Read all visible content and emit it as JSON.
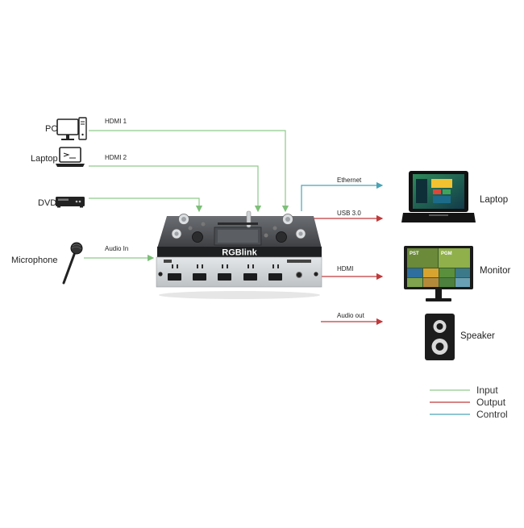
{
  "inputs": {
    "pc": "PC",
    "laptop": "Laptop",
    "dvd": "DVD",
    "microphone": "Microphone",
    "hdmi1": "HDMI 1",
    "hdmi2": "HDMI 2",
    "audio_in": "Audio In"
  },
  "outputs": {
    "ethernet": "Ethernet",
    "usb": "USB 3.0",
    "hdmi": "HDMI",
    "audio_out": "Audio out",
    "laptop": "Laptop",
    "monitor": "Monitor",
    "speaker": "Speaker"
  },
  "device": {
    "brand": "RGBlink",
    "screen_pst": "PST",
    "screen_pgm": "PGM"
  },
  "legend": {
    "input": "Input",
    "output": "Output",
    "control": "Control"
  },
  "colors": {
    "input": "#8fc98a",
    "output": "#c0393b",
    "control": "#4aa3b6"
  }
}
